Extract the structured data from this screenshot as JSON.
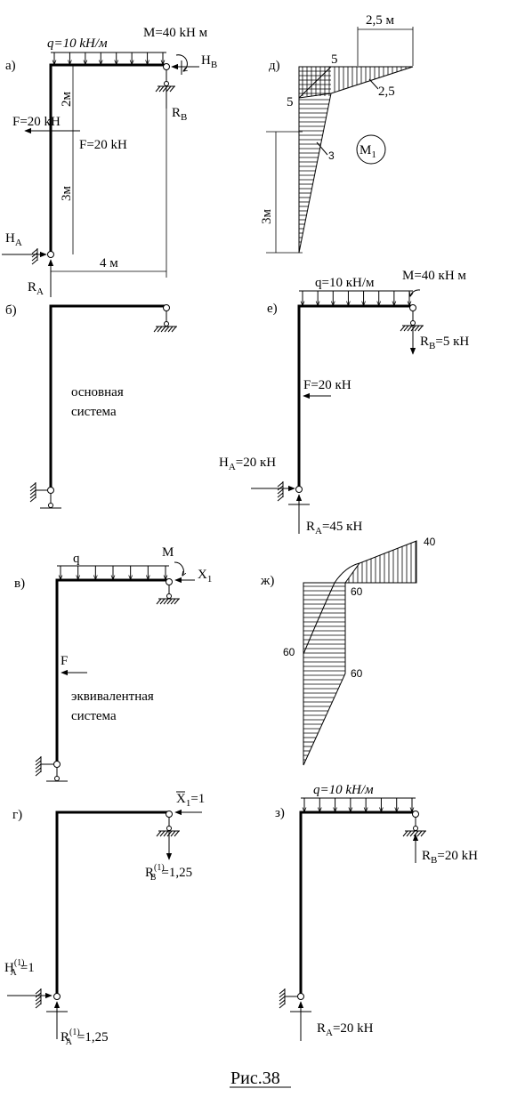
{
  "panels": {
    "a": {
      "label": "а)",
      "q": "q=10 kH/м",
      "m": "M=40 kH м",
      "hb": "H",
      "hb_sub": "B",
      "rb": "R",
      "rb_sub": "B",
      "f_left": "F=20 kH",
      "f_right": "F=20 kH",
      "dim_2m": "2м",
      "dim_3m": "3м",
      "dim_4m": "4 м",
      "ha": "H",
      "ha_sub": "A",
      "ra": "R",
      "ra_sub": "A"
    },
    "b": {
      "label": "б)",
      "text1": "основная",
      "text2": "система"
    },
    "v": {
      "label": "в)",
      "q": "q",
      "m": "M",
      "x1": "X",
      "x1_sub": "1",
      "f": "F",
      "text1": "эквивалентная",
      "text2": "система"
    },
    "g": {
      "label": "г)",
      "x1": "X",
      "x1_sub": "1",
      "x1_val": "=1",
      "rb": "R",
      "rb_sup": "(1)",
      "rb_sub": "B",
      "rb_val": "=1,25",
      "ha": "H",
      "ha_sup": "(1)",
      "ha_sub": "A",
      "ha_val": "=1",
      "ra": "R",
      "ra_sup": "(1)",
      "ra_sub": "A",
      "ra_val": "=1,25"
    },
    "d": {
      "label": "д)",
      "dim_top": "2,5 м",
      "v5a": "5",
      "v5b": "5",
      "v25": "2,5",
      "v3": "3",
      "dim_3m": "3м",
      "m1": "M",
      "m1_sub": "1"
    },
    "e": {
      "label": "е)",
      "q": "q=10 кН/м",
      "m": "M=40 кН м",
      "rb": "R",
      "rb_sub": "B",
      "rb_val": "=5 кН",
      "f": "F=20 кН",
      "ha": "H",
      "ha_sub": "A",
      "ha_val": "=20 кН",
      "ra": "R",
      "ra_sub": "A",
      "ra_val": "=45 кН"
    },
    "zh": {
      "label": "ж)",
      "v40": "40",
      "v60_top": "60",
      "v60_left": "60",
      "v60_mid": "60"
    },
    "z": {
      "label": "з)",
      "q": "q=10 kH/м",
      "rb": "R",
      "rb_sub": "B",
      "rb_val": "=20 kH",
      "ra": "R",
      "ra_sub": "A",
      "ra_val": "=20 kH"
    }
  },
  "caption": "Рис.38"
}
